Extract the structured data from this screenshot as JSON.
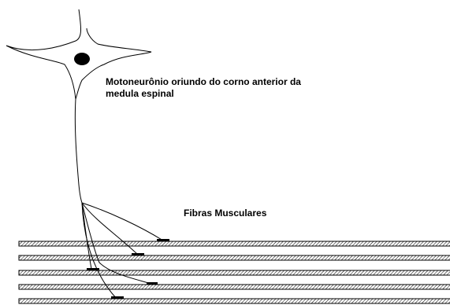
{
  "labels": {
    "neuron_line1": "Motoneurônio oriundo do corno anterior da",
    "neuron_line2": "medula espinal",
    "fibers": "Fibras Musculares"
  },
  "colors": {
    "ink": "#000000",
    "background": "#ffffff",
    "fiber_hatch": "#000000"
  }
}
